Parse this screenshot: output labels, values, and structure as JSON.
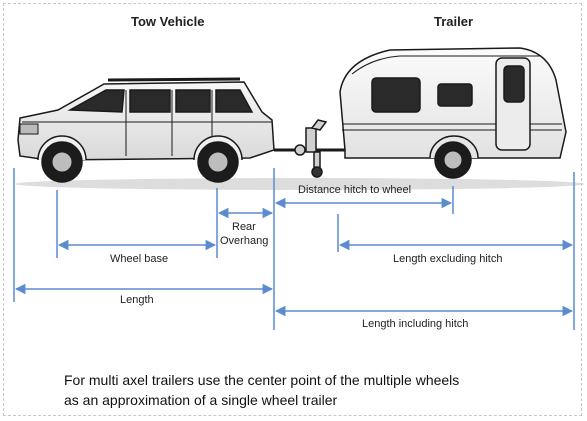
{
  "headers": {
    "tow_vehicle": "Tow Vehicle",
    "trailer": "Trailer"
  },
  "dimensions": {
    "distance_hitch_to_wheel": "Distance hitch to wheel",
    "rear_overhang_line1": "Rear",
    "rear_overhang_line2": "Overhang",
    "wheel_base": "Wheel base",
    "length_excluding_hitch": "Length excluding hitch",
    "length": "Length",
    "length_including_hitch": "Length including hitch"
  },
  "note": {
    "line1": "For multi axel trailers use the center point of the multiple wheels",
    "line2": "as an approximation of a single wheel trailer"
  },
  "colors": {
    "dimension_line": "#5b8bd0",
    "vehicle_outline": "#1a1a1a",
    "ground_shadow": "#cfcfcf"
  }
}
